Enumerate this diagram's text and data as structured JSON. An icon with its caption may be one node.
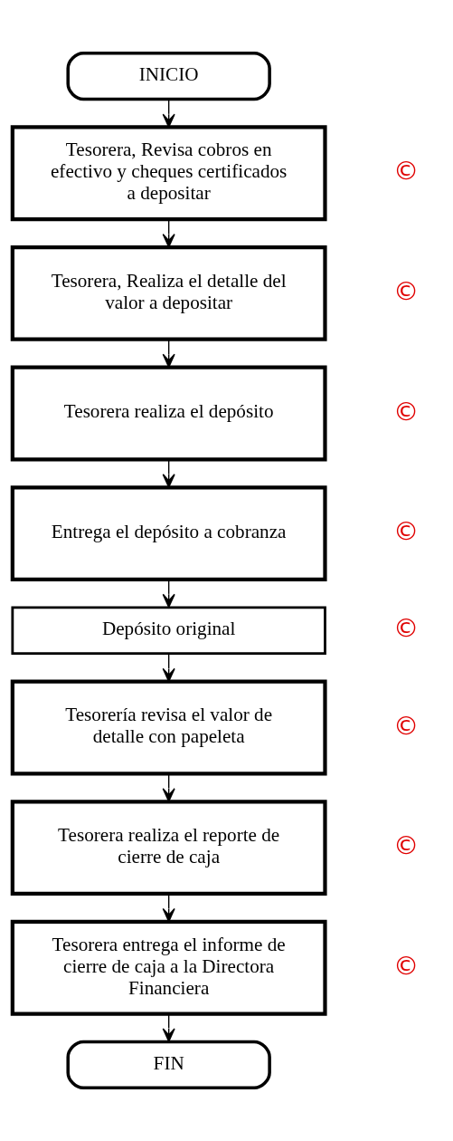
{
  "diagram": {
    "nodes": [
      {
        "text": [
          "INICIO"
        ]
      },
      {
        "text": [
          "Tesorera, Revisa cobros en efectivo y cheques certificados a depositar"
        ],
        "beside": [
          "©"
        ]
      },
      {
        "text": [
          "Tesorera, Realiza el detalle del valor a depositar"
        ],
        "beside": [
          "©"
        ]
      },
      {
        "text": [
          "Tesorera realiza el depósito"
        ],
        "beside": [
          "©"
        ]
      },
      {
        "text": [
          "Entrega el depósito a cobranza"
        ],
        "beside": [
          "©"
        ]
      },
      {
        "text": [
          "Depósito original"
        ],
        "beside": [
          "©"
        ]
      },
      {
        "text": [
          "Tesorería revisa el valor de detalle con papeleta"
        ],
        "beside": [
          "©"
        ]
      },
      {
        "text": [
          "Tesorera realiza el reporte de cierre de caja"
        ],
        "beside": [
          "©"
        ]
      },
      {
        "text": [
          "Tesorera entrega el informe de cierre de caja a la Directora Financiera"
        ],
        "beside": [
          "©"
        ]
      },
      {
        "text": [
          "FIN"
        ]
      }
    ],
    "edges": [
      {
        "from": 0,
        "to": 1,
        "arrow": "to"
      },
      {
        "from": 1,
        "to": 2,
        "arrow": "to"
      },
      {
        "from": 2,
        "to": 3,
        "arrow": "to"
      },
      {
        "from": 3,
        "to": 4,
        "arrow": "to"
      },
      {
        "from": 4,
        "to": 5,
        "arrow": "to"
      },
      {
        "from": 5,
        "to": 6,
        "arrow": "to"
      },
      {
        "from": 6,
        "to": 7,
        "arrow": "to"
      },
      {
        "from": 7,
        "to": 8,
        "arrow": "to"
      },
      {
        "from": 8,
        "to": 9,
        "arrow": "to"
      }
    ]
  }
}
